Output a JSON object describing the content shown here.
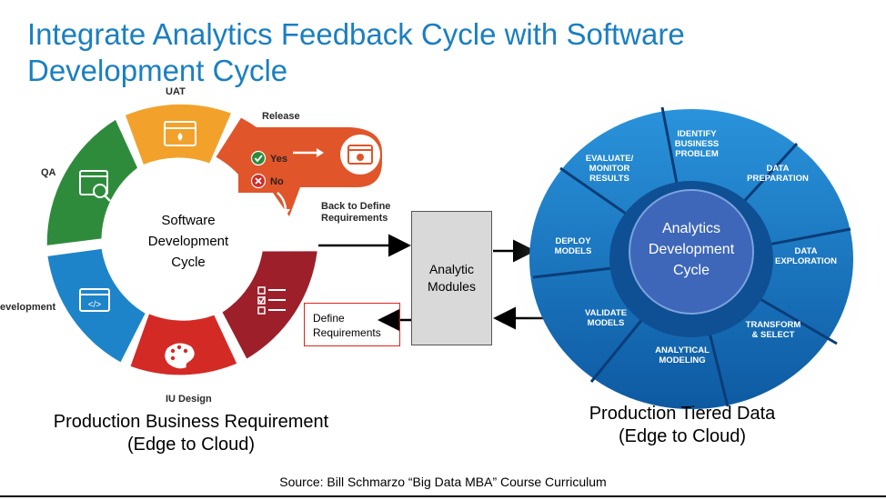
{
  "title": "Integrate Analytics Feedback Cycle with Software Development Cycle",
  "sdc": {
    "center": "Software\nDevelopment\nCycle",
    "uat": "UAT",
    "release": "Release",
    "qa": "QA",
    "development": "evelopment",
    "iu_design": "IU Design",
    "yes": "Yes",
    "no": "No",
    "back_to_define": "Back to Define\nRequirements"
  },
  "analytic_modules": "Analytic\nModules",
  "define_requirements": "Define\nRequirements",
  "adc": {
    "center": "Analytics\nDevelopment\nCycle",
    "identify": "IDENTIFY\nBUSINESS\nPROBLEM",
    "data_prep": "DATA\nPREPARATION",
    "data_expl": "DATA\nEXPLORATION",
    "transform": "TRANSFORM\n& SELECT",
    "modeling": "ANALYTICAL\nMODELING",
    "validate": "VALIDATE\nMODELS",
    "deploy": "DEPLOY\nMODELS",
    "evaluate": "EVALUATE/\nMONITOR\nRESULTS"
  },
  "caption_left": "Production Business Requirement\n(Edge to Cloud)",
  "caption_right": "Production Tiered Data\n(Edge to Cloud)",
  "source": "Source: Bill Schmarzo “Big Data MBA” Course Curriculum",
  "colors": {
    "title": "#1a7fc1",
    "uat": "#f2a22a",
    "release": "#e0552a",
    "qa": "#2e8b3c",
    "development": "#1e84c9",
    "iu_design": "#d32a26",
    "requirements": "#9c1f2a",
    "blue_segment": "#2a8bd0",
    "blue_dark": "#0f4f94",
    "center_blue": "#3e67b9"
  }
}
